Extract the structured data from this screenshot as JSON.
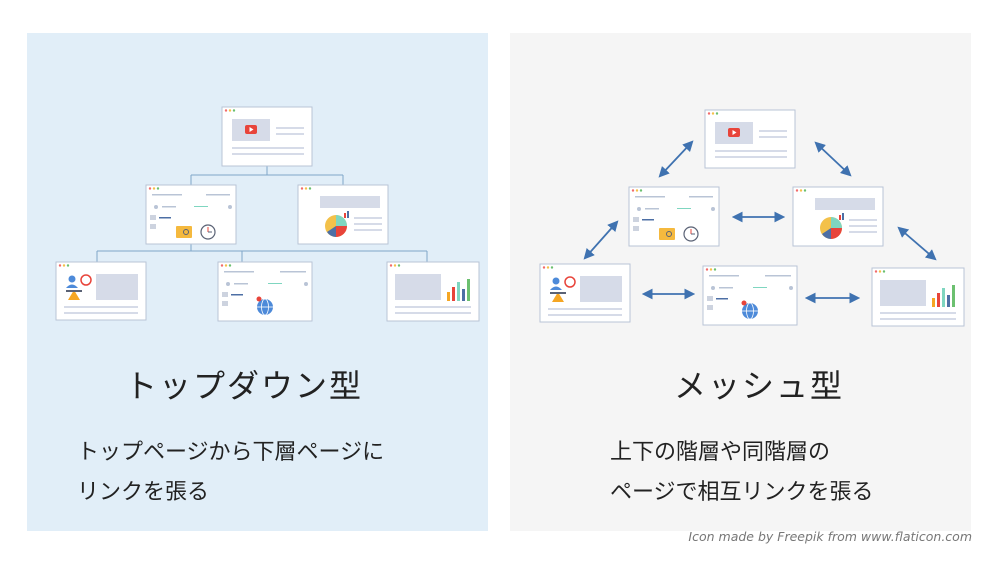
{
  "left": {
    "title": "トップダウン型",
    "desc_line1": "トップページから下層ページに",
    "desc_line2": "リンクを張る"
  },
  "right": {
    "title": "メッシュ型",
    "desc_line1": "上下の階層や同階層の",
    "desc_line2": "ページで相互リンクを張る"
  },
  "credit": "Icon made by Freepik from www.flaticon.com",
  "colors": {
    "left_bg": "#e1eef8",
    "right_bg": "#f5f5f5",
    "connector": "#7ea6c9",
    "arrow": "#3f72b0",
    "card_border": "#b9c4d6"
  }
}
